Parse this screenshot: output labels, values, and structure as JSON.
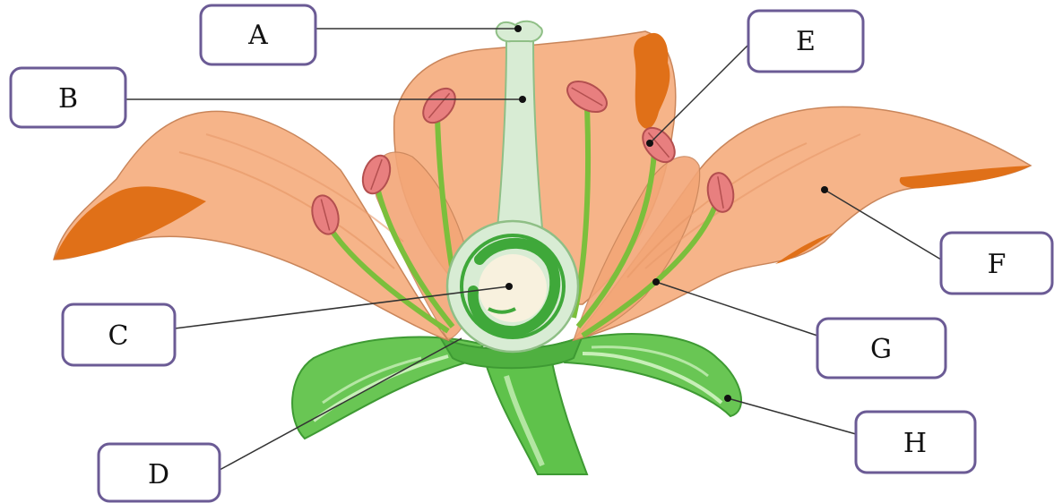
{
  "labels": {
    "a": "A",
    "b": "B",
    "c": "C",
    "d": "D",
    "e": "E",
    "f": "F",
    "g": "G",
    "h": "H"
  },
  "colors": {
    "petal": "#f6b489",
    "petal_dark": "#e89a6a",
    "petal_tip": "#e07018",
    "pistil": "#d8ecd4",
    "pistil_outline": "#8fbf86",
    "stem_green": "#5fc24b",
    "sepal_green": "#69c654",
    "filament": "#7bbf3c",
    "anther": "#e87f7f",
    "ovule_cream": "#f8f1de",
    "label_border": "#6b5b95",
    "leader_line": "#333333"
  }
}
